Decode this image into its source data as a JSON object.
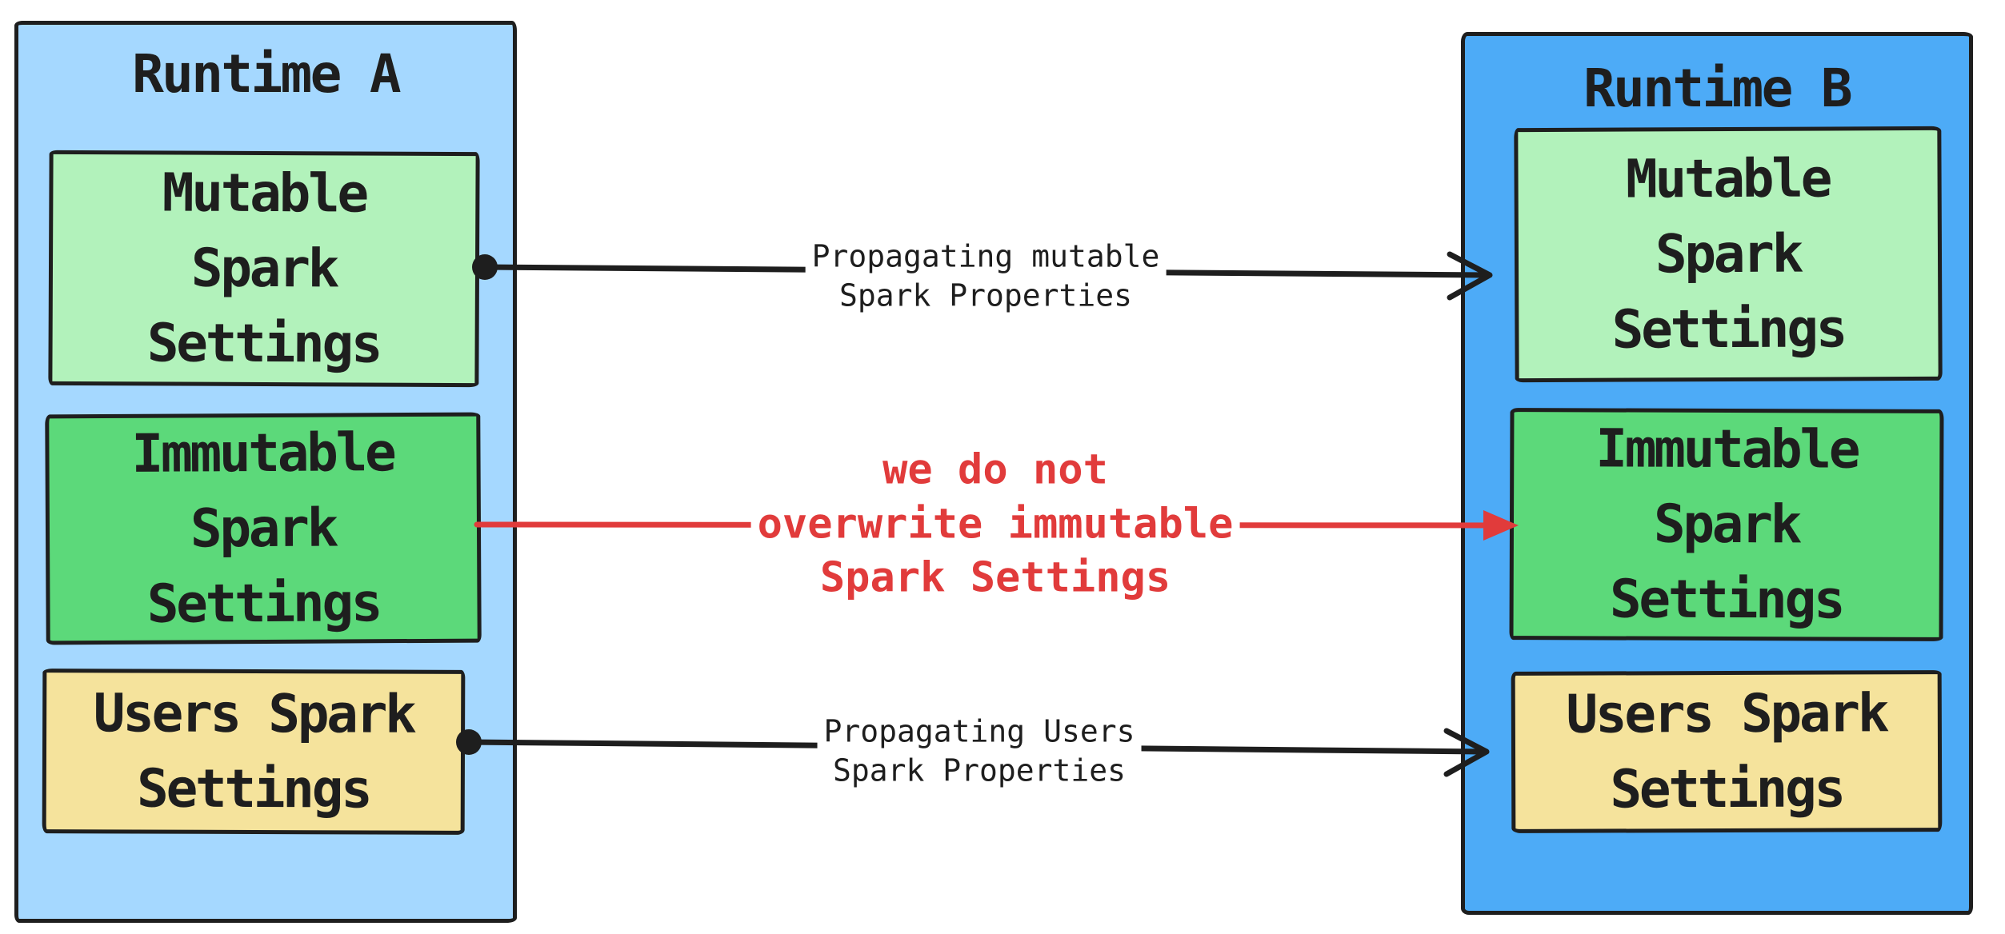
{
  "colors": {
    "stroke": "#1e1e1e",
    "runtime_a_fill": "#a5d8ff",
    "runtime_b_fill": "#4dabf7",
    "mutable_fill": "#b2f2bb",
    "immutable_fill": "#5cd97a",
    "users_fill": "#f5e39c",
    "black_arrow": "#1e1e1e",
    "red_arrow": "#e13b3b",
    "red_text": "#e13b3b"
  },
  "runtime_a": {
    "title": "Runtime A",
    "boxes": {
      "mutable": {
        "label": "Mutable\nSpark\nSettings"
      },
      "immutable": {
        "label": "Immutable\nSpark\nSettings"
      },
      "users": {
        "label": "Users Spark\nSettings"
      }
    }
  },
  "runtime_b": {
    "title": "Runtime B",
    "boxes": {
      "mutable": {
        "label": "Mutable\nSpark\nSettings"
      },
      "immutable": {
        "label": "Immutable\nSpark\nSettings"
      },
      "users": {
        "label": "Users Spark\nSettings"
      }
    }
  },
  "arrows": {
    "mutable": {
      "label": "Propagating mutable\nSpark Properties"
    },
    "immutable": {
      "label": "we do not\noverwrite immutable\nSpark Settings"
    },
    "users": {
      "label": "Propagating Users\nSpark Properties"
    }
  }
}
